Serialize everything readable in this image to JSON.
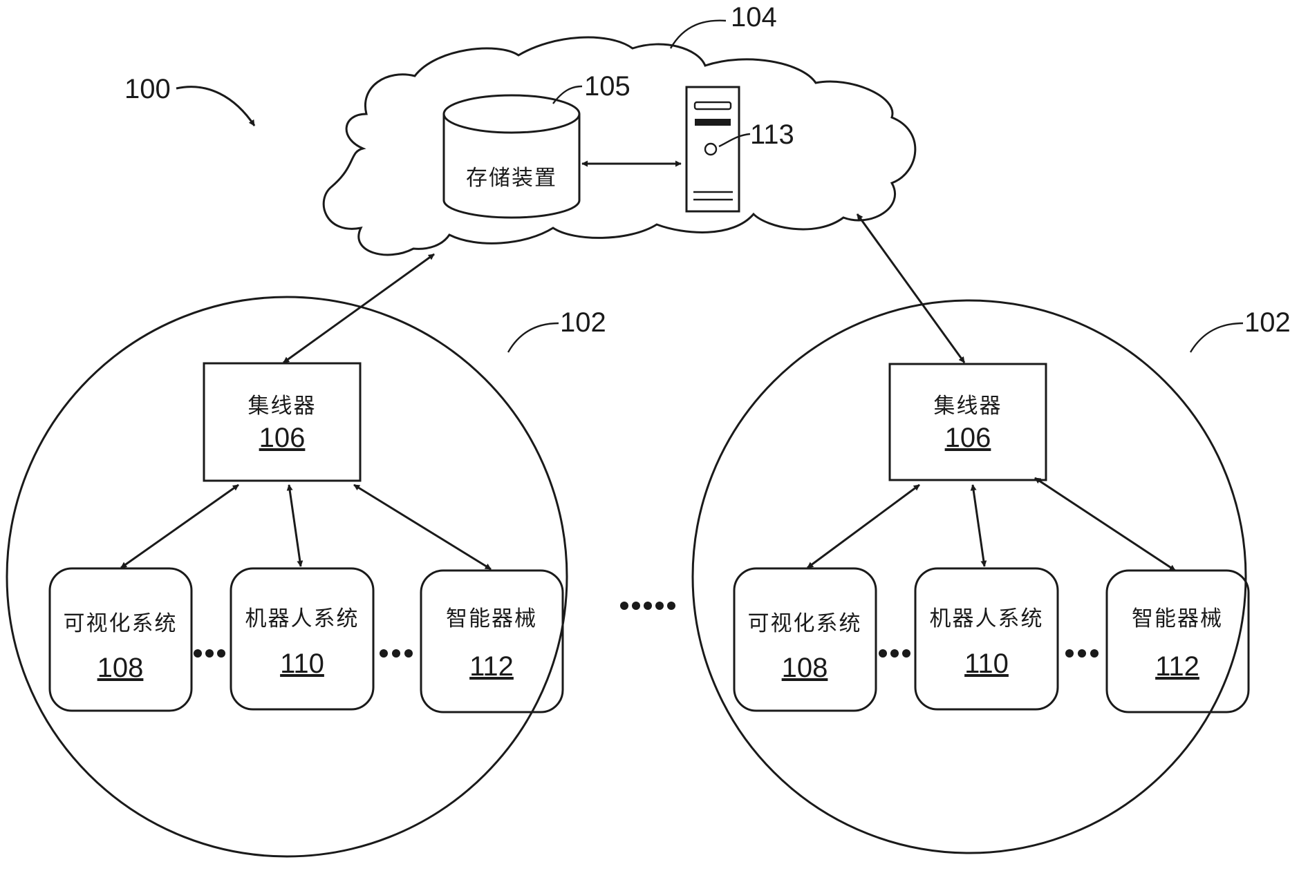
{
  "system_label": "100",
  "cloud": {
    "label": "104",
    "storage": {
      "text": "存储装置",
      "label": "105"
    },
    "server": {
      "label": "113"
    }
  },
  "sites": [
    {
      "label": "102",
      "hub": {
        "text": "集线器",
        "label": "106"
      },
      "devices": [
        {
          "text": "可视化系统",
          "label": "108"
        },
        {
          "text": "机器人系统",
          "label": "110"
        },
        {
          "text": "智能器械",
          "label": "112"
        }
      ]
    },
    {
      "label": "102",
      "hub": {
        "text": "集线器",
        "label": "106"
      },
      "devices": [
        {
          "text": "可视化系统",
          "label": "108"
        },
        {
          "text": "机器人系统",
          "label": "110"
        },
        {
          "text": "智能器械",
          "label": "112"
        }
      ]
    }
  ]
}
